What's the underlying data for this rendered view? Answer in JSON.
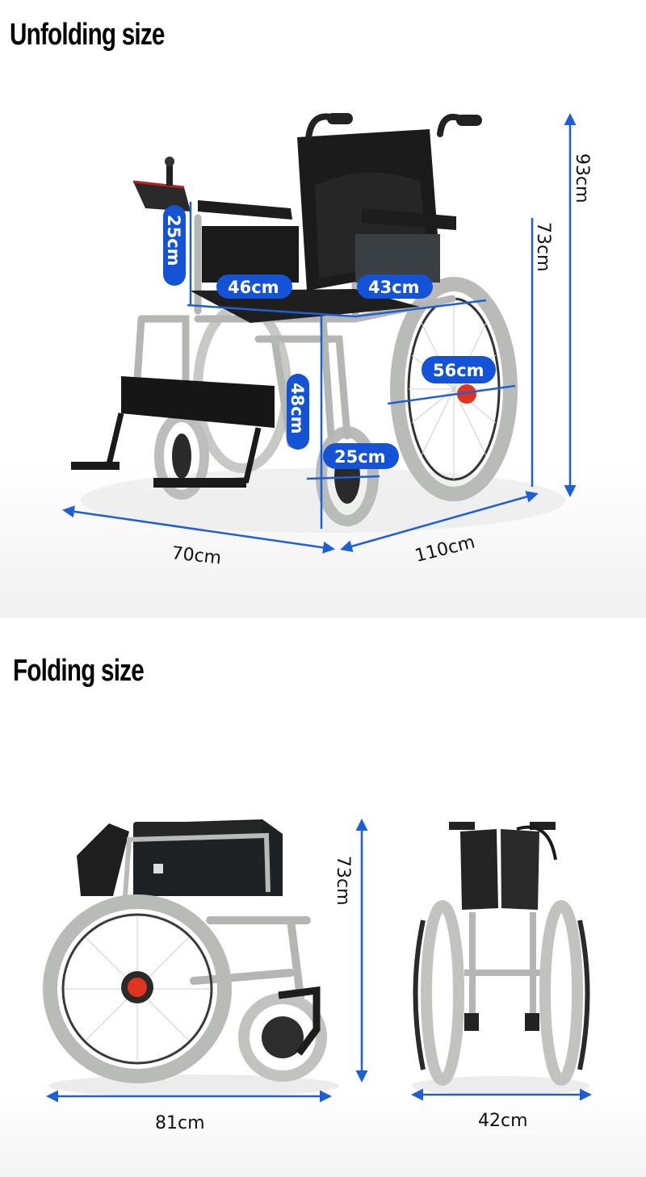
{
  "sections": {
    "unfolding": {
      "title": "Unfolding size",
      "dimensions": {
        "armrest_height": "25cm",
        "seat_width": "46cm",
        "seat_depth": "43cm",
        "rear_wheel": "56cm",
        "seat_height": "48cm",
        "front_wheel": "25cm",
        "width": "70cm",
        "length": "110cm",
        "total_height": "93cm",
        "armrest_total_height": "73cm"
      }
    },
    "folding": {
      "title": "Folding size",
      "dimensions": {
        "height": "73cm",
        "length": "81cm",
        "width": "42cm"
      }
    }
  },
  "colors": {
    "dimension_blue": "#1e5fd6",
    "pill_blue": "#1553d6",
    "frame_black": "#1c1c1c",
    "tire_gray": "#b9bbb8",
    "hub_red": "#e0341f"
  }
}
